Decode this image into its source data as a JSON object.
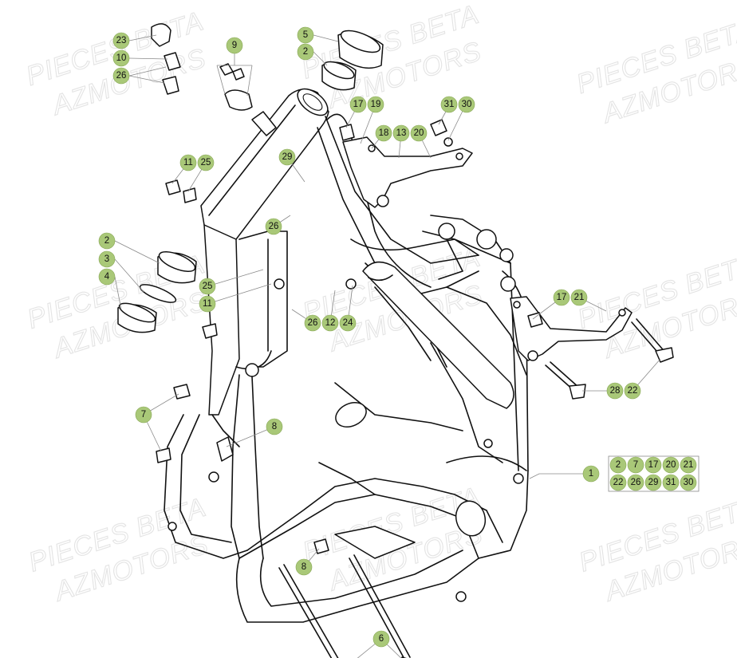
{
  "watermark": {
    "line1": "PIECES BETA",
    "line2": "AZMOTORS"
  },
  "callouts": {
    "c23": "23",
    "c10": "10",
    "c26a": "26",
    "c9": "9",
    "c5": "5",
    "c2a": "2",
    "c17a": "17",
    "c19": "19",
    "c31a": "31",
    "c30a": "30",
    "c18": "18",
    "c13": "13",
    "c20a": "20",
    "c11a": "11",
    "c25a": "25",
    "c29": "29",
    "c26b": "26",
    "c2b": "2",
    "c3": "3",
    "c4": "4",
    "c25b": "25",
    "c11b": "11",
    "c26c": "26",
    "c12": "12",
    "c24": "24",
    "c17b": "17",
    "c21a": "21",
    "c28": "28",
    "c22a": "22",
    "c7a": "7",
    "c8a": "8",
    "c8b": "8",
    "c6": "6",
    "c1": "1"
  },
  "assembly_box": {
    "row1": [
      "2",
      "7",
      "17",
      "20",
      "21"
    ],
    "row2": [
      "22",
      "26",
      "29",
      "31",
      "30"
    ]
  }
}
